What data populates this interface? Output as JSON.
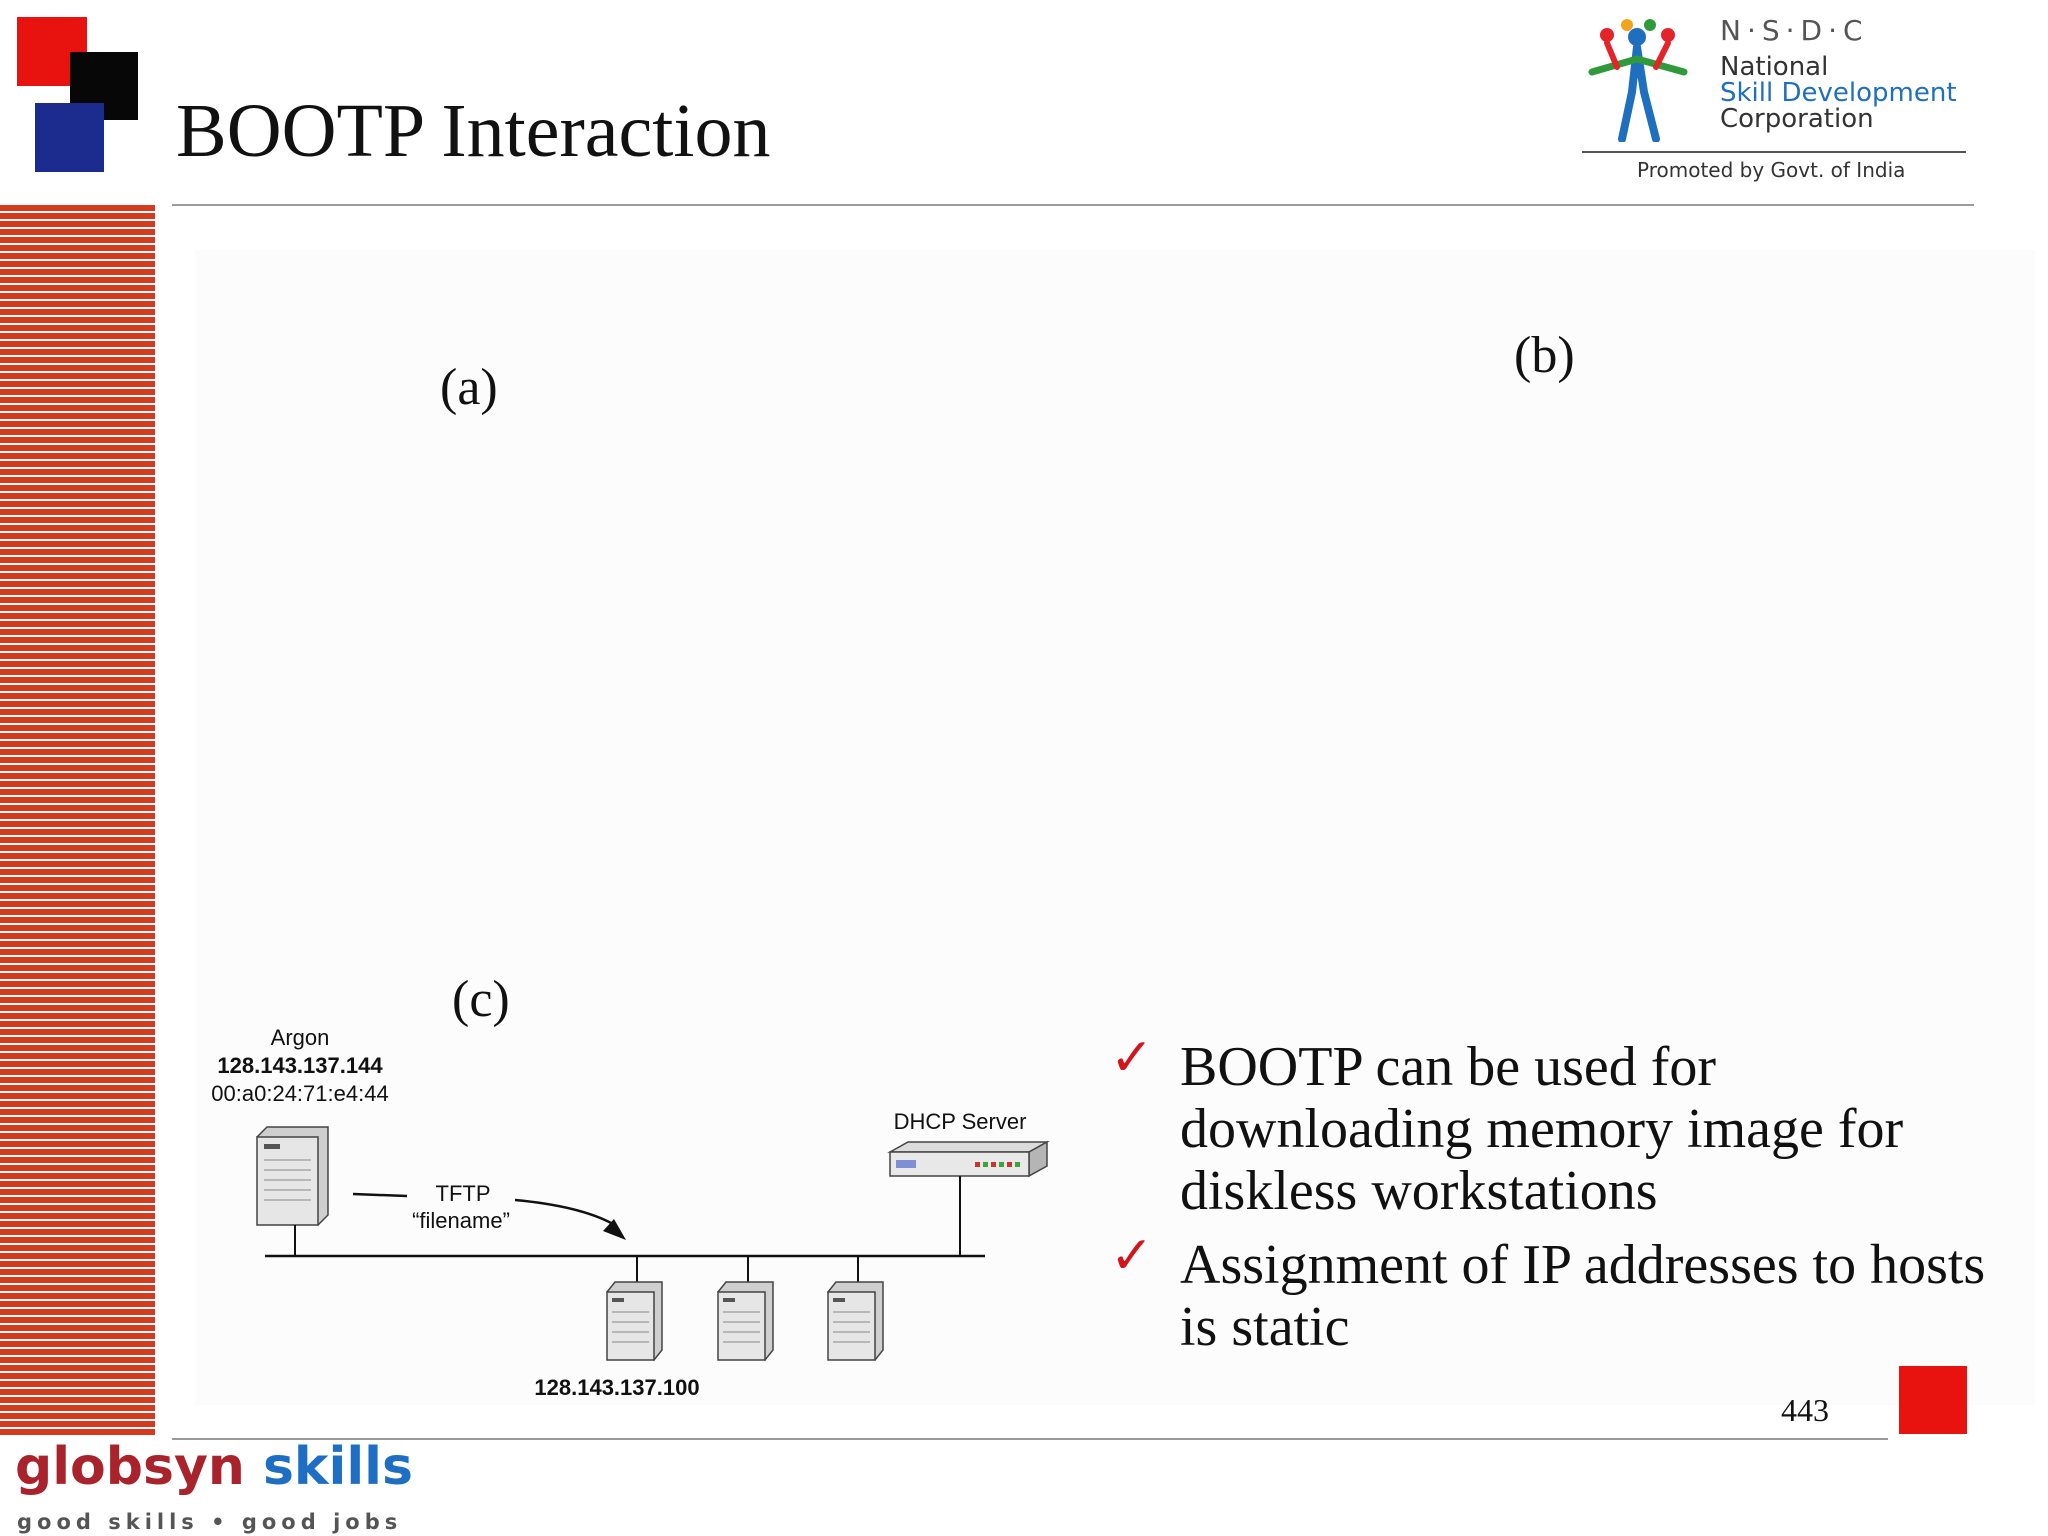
{
  "slide": {
    "title": "BOOTP Interaction",
    "page_number": "443"
  },
  "nsdc": {
    "acronym": "N·S·D·C",
    "line1": "National",
    "line2": "Skill Development",
    "line3": "Corporation",
    "promoted": "Promoted by Govt. of India"
  },
  "panels": {
    "a": "(a)",
    "b": "(b)",
    "c": "(c)"
  },
  "diagram": {
    "host_name": "Argon",
    "host_ip": "128.143.137.144",
    "host_mac": "00:a0:24:71:e4:44",
    "server_label": "DHCP Server",
    "protocol": "TFTP",
    "filename": "“filename”",
    "target_ip": "128.143.137.100"
  },
  "bullets": [
    {
      "mark": "✓",
      "lines": [
        "BOOTP can be used for",
        "downloading memory image for",
        "diskless workstations"
      ]
    },
    {
      "mark": "✓",
      "lines": [
        "Assignment of IP addresses to hosts",
        "is static"
      ]
    }
  ],
  "footer": {
    "brand_part1": "globsyn",
    "brand_part2": " skills",
    "tagline": "good skills • good jobs"
  },
  "colors": {
    "accent_red": "#e8130f",
    "navy": "#1c2b8e",
    "stripe_orange": "#d43a1e",
    "check_red": "#d4141b",
    "brand_maroon": "#a8232c",
    "brand_blue": "#1e6fc4"
  }
}
